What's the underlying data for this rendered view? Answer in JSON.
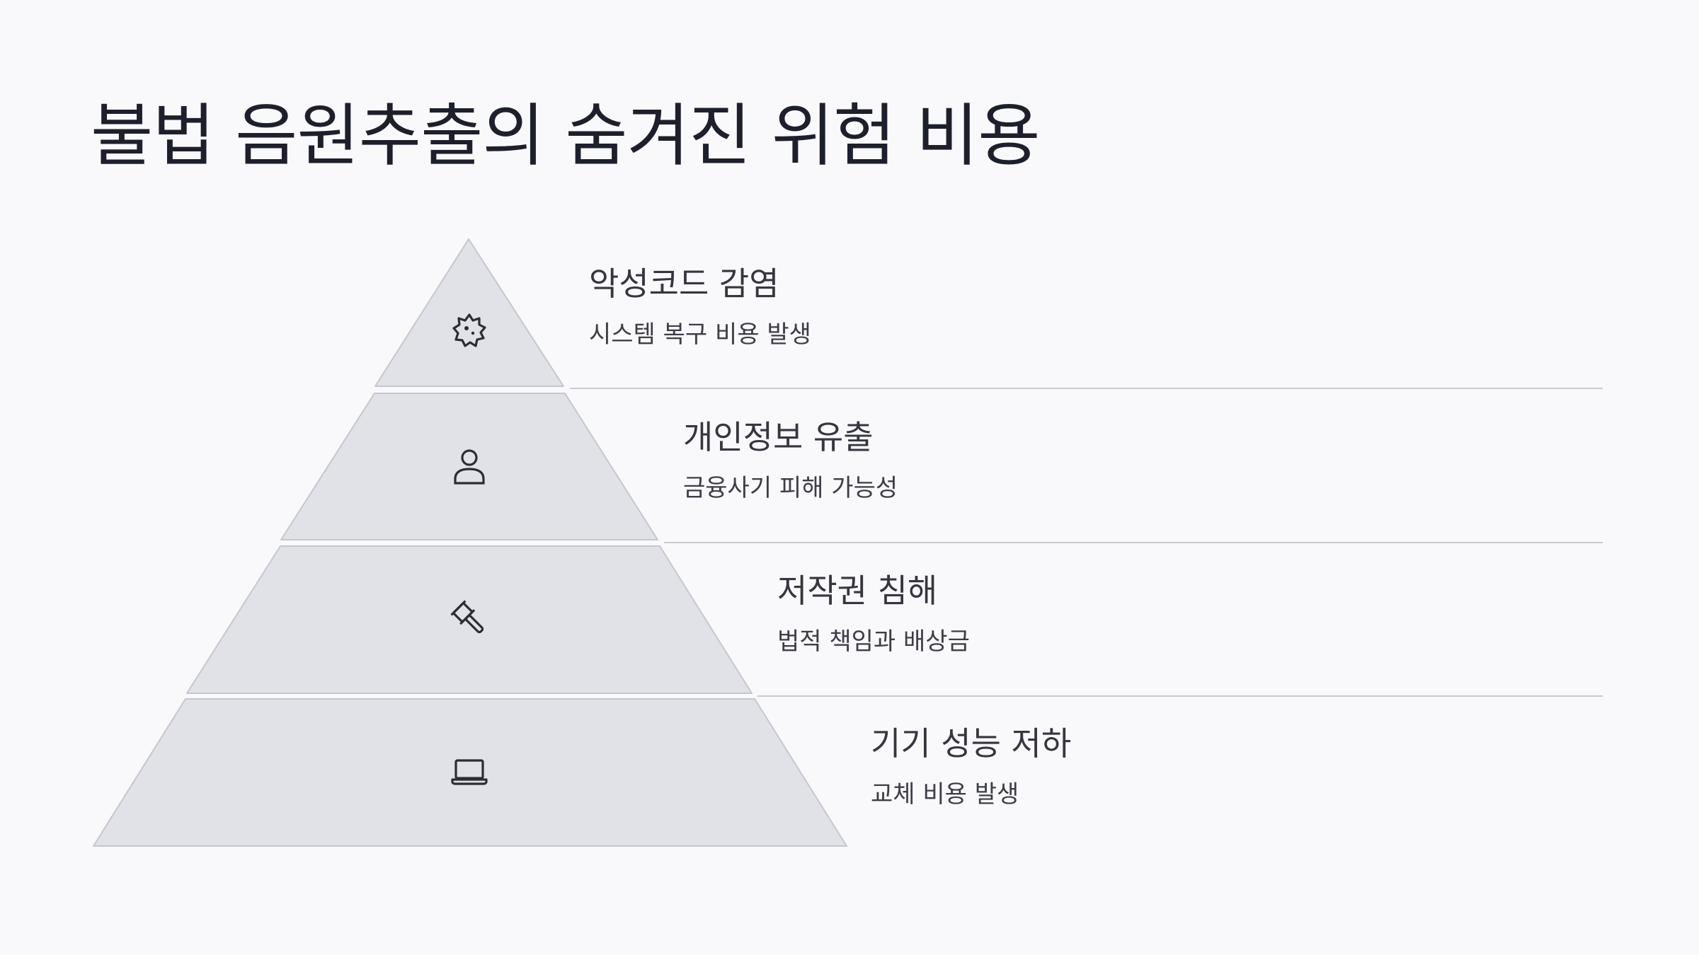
{
  "title": "불법 음원추출의 숨겨진 위험 비용",
  "tiers": [
    {
      "title": "악성코드 감염",
      "description": "시스템 복구 비용 발생",
      "icon": "virus-icon"
    },
    {
      "title": "개인정보 유출",
      "description": "금융사기 피해 가능성",
      "icon": "user-icon"
    },
    {
      "title": "저작권 침해",
      "description": "법적 책임과 배상금",
      "icon": "gavel-icon"
    },
    {
      "title": "기기 성능 저하",
      "description": "교체 비용 발생",
      "icon": "laptop-icon"
    }
  ],
  "colors": {
    "tier_fill": "#e1e2e8",
    "tier_stroke": "#c6c7ce",
    "divider": "#c9cad0",
    "icon": "#2b2c35"
  }
}
